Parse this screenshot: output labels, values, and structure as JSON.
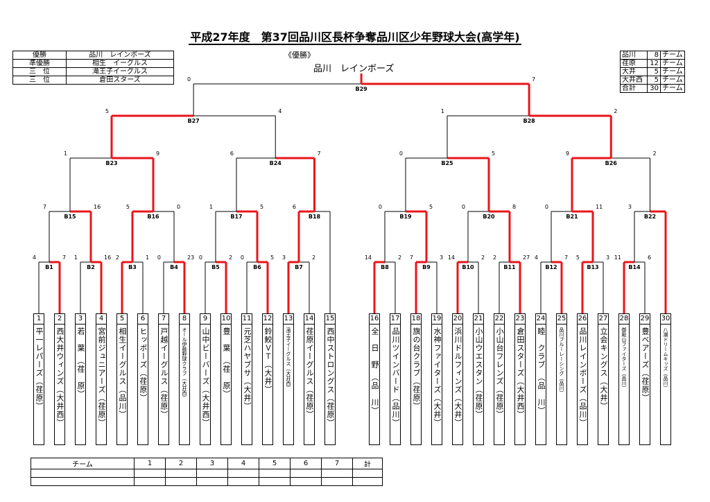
{
  "title": "平成27年度　第37回品川区長杯争奪品川区少年野球大会(高学年)",
  "results": [
    {
      "label": "優勝",
      "team": "品川　レインボーズ"
    },
    {
      "label": "準優勝",
      "team": "相生　イーグルス"
    },
    {
      "label": "三　位",
      "team": "滝王子イーグルス"
    },
    {
      "label": "三　位",
      "team": "倉田スターズ"
    }
  ],
  "champion_caption": "《優勝》",
  "champion_name": "品川　レインボーズ",
  "district_counts": [
    {
      "district": "品川",
      "count": "8",
      "unit": "チーム"
    },
    {
      "district": "荏原",
      "count": "12",
      "unit": "チーム"
    },
    {
      "district": "大井",
      "count": "5",
      "unit": "チーム"
    },
    {
      "district": "大井西",
      "count": "5",
      "unit": "チーム"
    },
    {
      "district": "合計",
      "count": "30",
      "unit": "チーム"
    }
  ],
  "teams": [
    {
      "num": "1",
      "name": "平一レパーズ（荏原）"
    },
    {
      "num": "2",
      "name": "西大井ウィンズ（大井西）"
    },
    {
      "num": "3",
      "name": "若　葉　（荏　原）"
    },
    {
      "num": "4",
      "name": "宮前ジュニアーズ（荏原）"
    },
    {
      "num": "5",
      "name": "相生イーグルス（品川）"
    },
    {
      "num": "6",
      "name": "ヒッポーズ（荏原）"
    },
    {
      "num": "7",
      "name": "戸越イーグルス（荏原）"
    },
    {
      "num": "8",
      "name": "オール伊藤野球クラブ（大井西）"
    },
    {
      "num": "9",
      "name": "山中ビーバーズ（大井西）"
    },
    {
      "num": "10",
      "name": "豊　葉　（荏　原）"
    },
    {
      "num": "11",
      "name": "元芝ハヤブサ（大井）"
    },
    {
      "num": "12",
      "name": "鈴鮫ＶＴ（大井）"
    },
    {
      "num": "13",
      "name": "滝王子イーグルス（大井西）"
    },
    {
      "num": "14",
      "name": "荏原イーグルス（荏原）"
    },
    {
      "num": "15",
      "name": "西中ストロングス（荏原）"
    },
    {
      "num": "16",
      "name": "全　日　野　（品　川）"
    },
    {
      "num": "17",
      "name": "品川ツインバード（品川）"
    },
    {
      "num": "18",
      "name": "旗の台クラブ（荏原）"
    },
    {
      "num": "19",
      "name": "水神ファイターズ（大井）"
    },
    {
      "num": "20",
      "name": "浜川ドルフィンズ（大井）"
    },
    {
      "num": "21",
      "name": "小山ウエスタン（荏原）"
    },
    {
      "num": "22",
      "name": "小山台フレンズ（荏原）"
    },
    {
      "num": "23",
      "name": "倉田スターズ（大井西）"
    },
    {
      "num": "24",
      "name": "睦　クラブ　（品　川）"
    },
    {
      "num": "25",
      "name": "品川ブルーレーシング（品川）"
    },
    {
      "num": "26",
      "name": "品川レインボーズ（品川）"
    },
    {
      "num": "27",
      "name": "立会キングス（大井）"
    },
    {
      "num": "28",
      "name": "御殿山ファイターズ（品川）"
    },
    {
      "num": "29",
      "name": "豊ベアーズ（荏原）"
    },
    {
      "num": "30",
      "name": "八潮ドリームキッズ（品川）"
    }
  ],
  "games": [
    {
      "id": "B1",
      "left": "4",
      "right": "7"
    },
    {
      "id": "B2",
      "left": "1",
      "right": "16"
    },
    {
      "id": "B3",
      "left": "2",
      "right": "1"
    },
    {
      "id": "B4",
      "left": "0",
      "right": "23"
    },
    {
      "id": "B5",
      "left": "0",
      "right": "2"
    },
    {
      "id": "B6",
      "left": "0",
      "right": "5"
    },
    {
      "id": "B7",
      "left": "3",
      "right": "2"
    },
    {
      "id": "B8",
      "left": "14",
      "right": "2"
    },
    {
      "id": "B9",
      "left": "7",
      "right": "3"
    },
    {
      "id": "B10",
      "left": "14",
      "right": "2"
    },
    {
      "id": "B11",
      "left": "2",
      "right": "27"
    },
    {
      "id": "B12",
      "left": "4",
      "right": "7"
    },
    {
      "id": "B13",
      "left": "5",
      "right": "3"
    },
    {
      "id": "B14",
      "left": "11",
      "right": "6"
    },
    {
      "id": "B15",
      "left": "7",
      "right": "16"
    },
    {
      "id": "B16",
      "left": "5",
      "right": "0"
    },
    {
      "id": "B17",
      "left": "1",
      "right": "5"
    },
    {
      "id": "B18",
      "left": "6",
      "right": ""
    },
    {
      "id": "B19",
      "left": "0",
      "right": "5"
    },
    {
      "id": "B20",
      "left": "0",
      "right": "8"
    },
    {
      "id": "B21",
      "left": "0",
      "right": "11"
    },
    {
      "id": "B22",
      "left": "3",
      "right": ""
    },
    {
      "id": "B23",
      "left": "1",
      "right": "9"
    },
    {
      "id": "B24",
      "left": "6",
      "right": "7"
    },
    {
      "id": "B25",
      "left": "0",
      "right": "5"
    },
    {
      "id": "B26",
      "left": "9",
      "right": "2"
    },
    {
      "id": "B27",
      "left": "5",
      "right": "4"
    },
    {
      "id": "B28",
      "left": "1",
      "right": "2"
    },
    {
      "id": "B29",
      "left": "0",
      "right": "7"
    }
  ],
  "scoreboard": {
    "team_header": "チーム",
    "innings": [
      "1",
      "2",
      "3",
      "4",
      "5",
      "6",
      "7"
    ],
    "total_header": "計"
  },
  "colors": {
    "winner_line": "#e8151b",
    "line": "#000000"
  }
}
